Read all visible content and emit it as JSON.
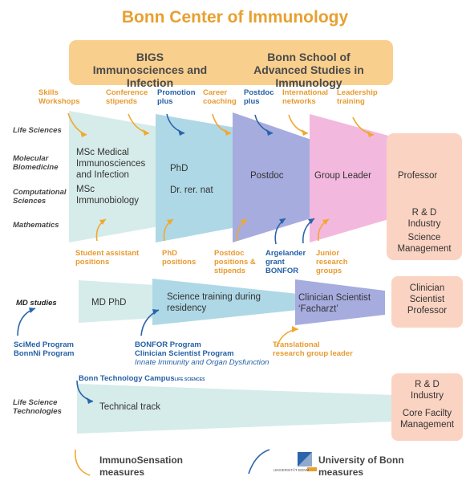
{
  "title": "Bonn Center of Immunology",
  "header": {
    "bigs": "BIGS\nImmunosciences and Infection",
    "bsai": "Bonn School of\nAdvanced Studies in Immunology"
  },
  "measures": {
    "skills": "Skills\nWorkshops",
    "conference": "Conference\nstipends",
    "promotion": "Promotion\nplus",
    "career": "Career\ncoaching",
    "postdoc_plus": "Postdoc\nplus",
    "international": "International\nnetworks",
    "leadership": "Leadership\ntraining",
    "student_assistant": "Student assistant\npositions",
    "phd_positions": "PhD\npositions",
    "postdoc_positions": "Postdoc\npositions &\nstipends",
    "argelander": "Argelander\ngrant\nBONFOR",
    "junior": "Junior\nresearch\ngroups",
    "scimed": "SciMed Program\nBonnNi Program",
    "bonfor": "BONFOR Program\nClinician Scientist Program",
    "innate": "Innate Immunity and Organ Dysfunction",
    "translational": "Translational\nresearch group leader",
    "campus": "Bonn Technology Campus",
    "campus_sub": "LIFE SCIENCES"
  },
  "sidebar": {
    "life_sciences": "Life Sciences",
    "molecular": "Molecular\nBiomedicine",
    "computational": "Computational\nSciences",
    "mathematics": "Mathematics",
    "md_studies": "MD studies",
    "life_tech": "Life Science\nTechnologies"
  },
  "stages": {
    "msc": "MSc Medical\nImmunosciences\nand Infection",
    "msc2": "MSc\nImmunobiology",
    "phd": "PhD",
    "dr": "Dr. rer. nat",
    "postdoc": "Postdoc",
    "group_leader": "Group Leader",
    "professor": "Professor",
    "rd_industry": "R & D\nIndustry",
    "science_mgmt": "Science\nManagement",
    "md_phd": "MD PhD",
    "science_training": "Science training during\nresidency",
    "clinician_facharzt": "Clinician Scientist\n‘Facharzt’",
    "clinician_prof": "Clinician\nScientist\nProfessor",
    "technical": "Technical track",
    "rd2": "R & D\nIndustry",
    "core": "Core Facilty\nManagement"
  },
  "legend": {
    "immuno": "ImmunoSensation\nmeasures",
    "uni": "University of Bonn\nmeasures",
    "logo_text": "UNIVERSITÄT BONN"
  },
  "colors": {
    "orange": "#e8a030",
    "blue": "#2560a6",
    "teal": "#d6ecea",
    "lightblue": "#aed8e6",
    "purple": "#a7acdf",
    "pink": "#f3b8dd",
    "salmon": "#fbd3c2"
  }
}
